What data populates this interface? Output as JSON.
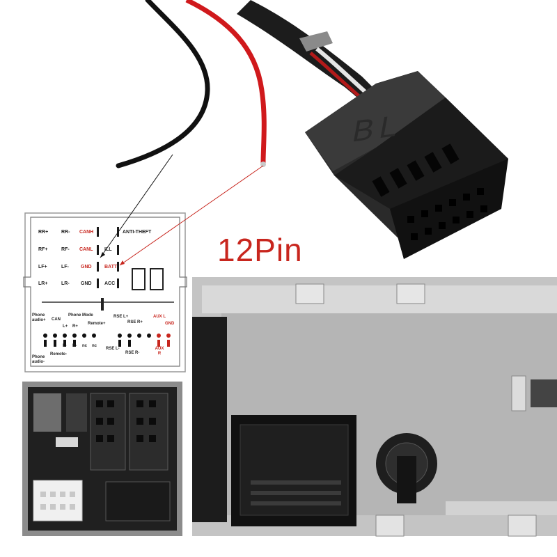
{
  "title": "12Pin",
  "connector_mark": "BL",
  "diagram": {
    "row1": [
      "RR+",
      "RR-",
      "CANH",
      "ANTI-THEFT"
    ],
    "row2": [
      "RF+",
      "RF-",
      "CANL",
      "ILL"
    ],
    "row3": [
      "LF+",
      "LF-",
      "GND",
      "BATT"
    ],
    "row4": [
      "LR+",
      "LR-",
      "GND",
      "ACC"
    ],
    "lower": {
      "phone_audio_plus": "Phone audio+",
      "phone_audio_minus": "Phone audio-",
      "can": "CAN",
      "phone_mode": "Phone Mode",
      "l_plus": "L+",
      "l_minus": "L-",
      "r_plus": "R+",
      "r_minus": "R-",
      "remote_plus": "Remote+",
      "remote_minus": "Remote-",
      "nc1": "nc",
      "nc2": "nc",
      "rse_l_plus": "RSE L+",
      "rse_r_plus": "RSE R+",
      "rse_l_minus": "RSE L-",
      "rse_r_minus": "RSE R-",
      "aux_l": "AUX L",
      "aux_r": "AUX R",
      "gnd": "GND"
    }
  },
  "colors": {
    "accent_red": "#c8261e",
    "wire_black": "#111111",
    "wire_red": "#d0191c",
    "module_black": "#1e1e1e",
    "radio_metal": "#b8b8b8"
  }
}
